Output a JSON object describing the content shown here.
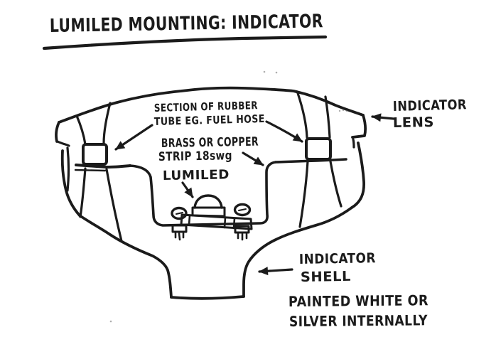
{
  "colors": {
    "ink": "#1b1b1b",
    "paper": "#ffffff"
  },
  "title": {
    "text": "LUMILED MOUNTING: INDICATOR"
  },
  "labels": {
    "rubber_tube": {
      "line1": "SECTION OF RUBBER",
      "line2": "TUBE EG. FUEL HOSE"
    },
    "strip": {
      "line1": "BRASS OR COPPER",
      "line2": "STRIP 18swg"
    },
    "lumiled": {
      "text": "LUMILED"
    },
    "lens": {
      "line1": "INDICATOR",
      "line2": "LENS"
    },
    "shell": {
      "line1": "INDICATOR",
      "line2": "SHELL"
    },
    "paint": {
      "line1": "PAINTED WHITE OR",
      "line2": "SILVER INTERNALLY"
    }
  }
}
